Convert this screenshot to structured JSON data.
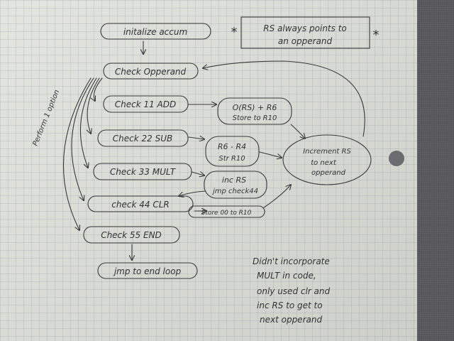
{
  "nodes": {
    "init": "initalize accum",
    "check_op": "Check Opperand",
    "check11": "Check 11 ADD",
    "check22": "Check 22 SUB",
    "check33": "Check 33 MULT",
    "check44": "check 44 CLR",
    "check55": "Check 55 END",
    "jmp_end": "jmp to end loop",
    "add_op_line1": "O(RS) + R6",
    "add_op_line2": "Store to R10",
    "sub_op_line1": "R6 - R4",
    "sub_op_line2": "Str R10",
    "inc_line1": "inc RS",
    "inc_line2": "jmp check44",
    "clr_op": "Store 00 to R10",
    "increment_line1": "Increment RS",
    "increment_line2": "to next",
    "increment_line3": "opperand"
  },
  "annotations": {
    "rs_note_line1": "RS always points to",
    "rs_note_line2": "an opperand",
    "star": "*",
    "side_label": "Perform 1 option",
    "bottom_note": [
      "Didn't incorporate",
      "MULT in code,",
      "only used clr and",
      "inc RS to get to",
      "next opperand"
    ]
  },
  "colors": {
    "paper": "#dcdcd6",
    "ink": "#3a3a3c",
    "grid": "#7896a0",
    "background": "#5a5a5e"
  }
}
